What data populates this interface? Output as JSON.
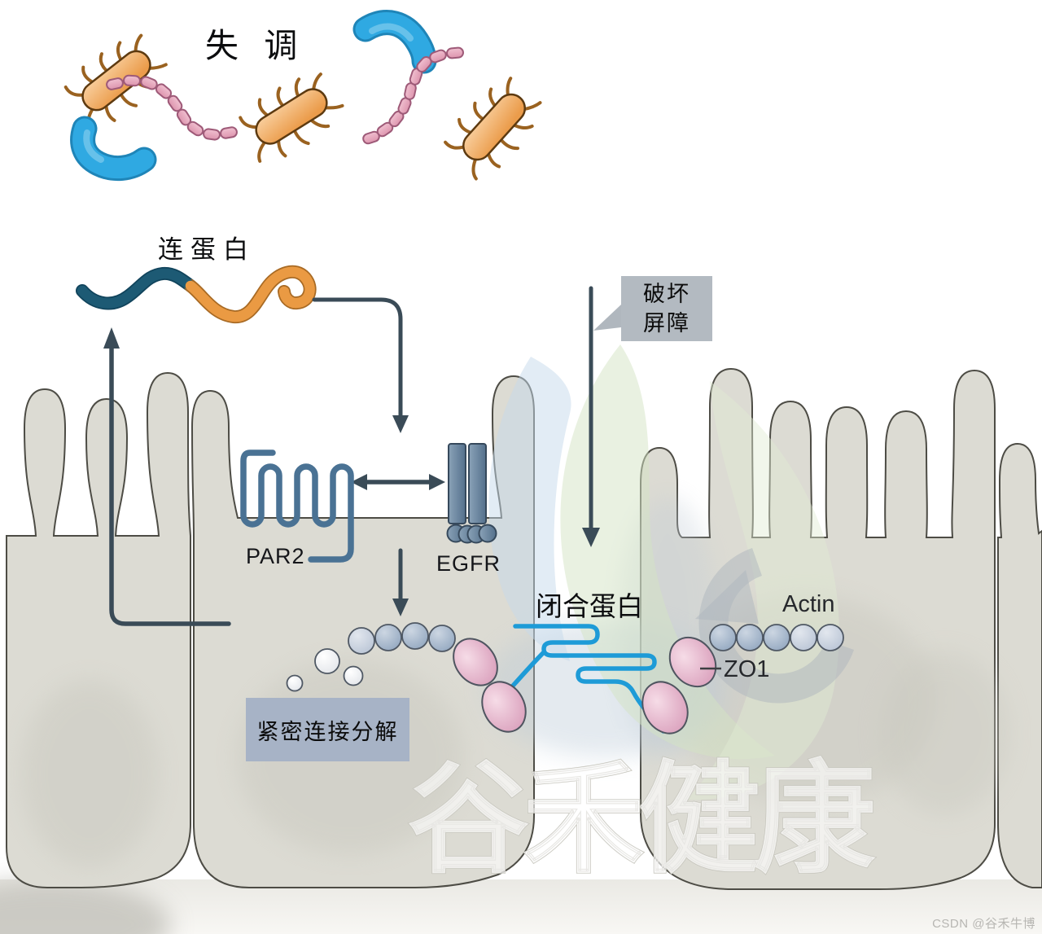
{
  "labels": {
    "dysbiosis": "失 调",
    "zonulin": "连蛋白",
    "barrier_line1": "破坏",
    "barrier_line2": "屏障",
    "par2": "PAR2",
    "egfr": "EGFR",
    "occludin": "闭合蛋白",
    "actin": "Actin",
    "zo1": "ZO1",
    "tight_junction_box": "紧密连接分解"
  },
  "watermark": {
    "brand": "谷禾健康",
    "credit": "CSDN @谷禾牛博"
  },
  "colors": {
    "bacteria_orange": "#efa45c",
    "bacteria_blue": "#2aa7e2",
    "bacteria_pink": "#e5a8bc",
    "zonulin_teal": "#1d5a74",
    "zonulin_orange": "#ea9a43",
    "arrow_slate": "#3a4b57",
    "receptor_blue": "#4a7294",
    "egfr_blue": "#5f7d9a",
    "occludin_blue": "#1e9bd7",
    "zo1_pink": "#dd9cb8",
    "actin_blue_gray": "#9db0c7",
    "label_box_blue_gray": "#a5b2c5",
    "cell_fill": "#dcdbd3",
    "leaf_green": "#d5e4c8",
    "leaf_blue": "#c9dcec"
  }
}
